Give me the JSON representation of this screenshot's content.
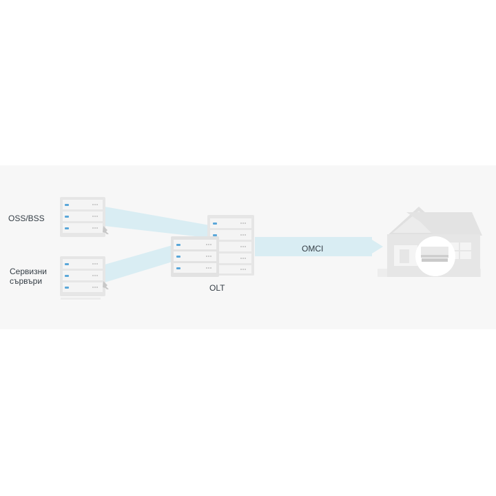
{
  "diagram": {
    "labels": {
      "oss_bss": "OSS/BSS",
      "service_servers_line1": "Сервизни",
      "service_servers_line2": "сървъри",
      "olt": "OLT",
      "omci": "OMCI"
    },
    "colors": {
      "background": "#f7f7f7",
      "flow": "#d9edf3",
      "server_frame": "#e6e6e6",
      "server_light": "#5aa7d9",
      "house": "#e5e5e5",
      "text": "#333c44"
    }
  }
}
